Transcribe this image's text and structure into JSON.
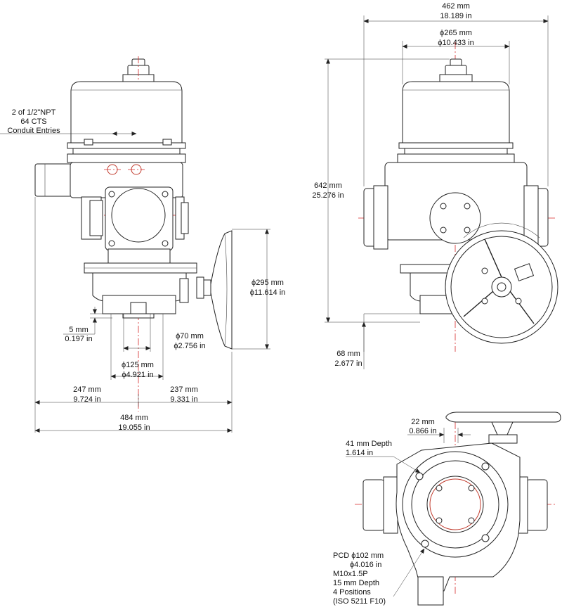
{
  "front_view": {
    "conduit_label": [
      "2 of 1/2\"NPT",
      "64 CTS",
      "Conduit Entries"
    ],
    "dim_5": [
      "5 mm",
      "0.197 in"
    ],
    "dim_70": [
      "ϕ70 mm",
      "ϕ2.756 in"
    ],
    "dim_125": [
      "ϕ125 mm",
      "ϕ4.921 in"
    ],
    "dim_295": [
      "ϕ295 mm",
      "ϕ11.614 in"
    ],
    "dim_247": [
      "247 mm",
      "9.724 in"
    ],
    "dim_237": [
      "237 mm",
      "9.331 in"
    ],
    "dim_484": [
      "484 mm",
      "19.055 in"
    ]
  },
  "side_view": {
    "dim_462": [
      "462 mm",
      "18.189 in"
    ],
    "dim_265": [
      "ϕ265 mm",
      "ϕ10.433 in"
    ],
    "dim_642": [
      "642 mm",
      "25.276 in"
    ],
    "dim_68": [
      "68 mm",
      "2.677 in"
    ]
  },
  "bottom_view": {
    "dim_22": [
      "22 mm",
      "0.866 in"
    ],
    "depth_41": [
      "41 mm Depth",
      "1.614 in"
    ],
    "pcd_note": [
      "PCD ϕ102 mm",
      "ϕ4.016 in",
      "M10x1.5P",
      "15 mm Depth",
      "4 Positions",
      "(ISO 5211 F10)"
    ]
  }
}
